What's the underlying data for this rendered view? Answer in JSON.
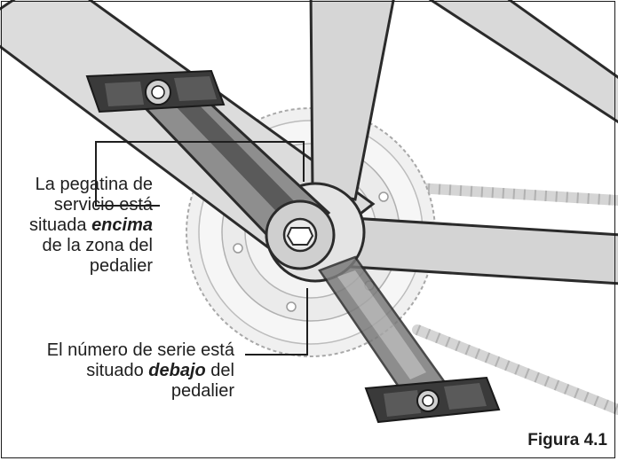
{
  "callouts": {
    "service_sticker": {
      "line1": "La pegatina de",
      "line2": "servicio está",
      "line3_before": "situada ",
      "line3_emph": "encima",
      "line4": "de la zona del",
      "line5": "pedalier"
    },
    "serial_number": {
      "line1": "El número de serie está",
      "line2_before": "situado ",
      "line2_emph": "debajo",
      "line2_after": " del",
      "line3": "pedalier"
    }
  },
  "figure_label": "Figura 4.1",
  "colors": {
    "frame_tube": "#d9d9d9",
    "tube_outline": "#2b2b2b",
    "chainring": "#ececec",
    "crank_arm": "#8e8e8e",
    "crank_arm_dark": "#555555",
    "pedal": "#3a3a3a",
    "leader_line": "#1e1e1e",
    "text": "#1e1e1e"
  }
}
